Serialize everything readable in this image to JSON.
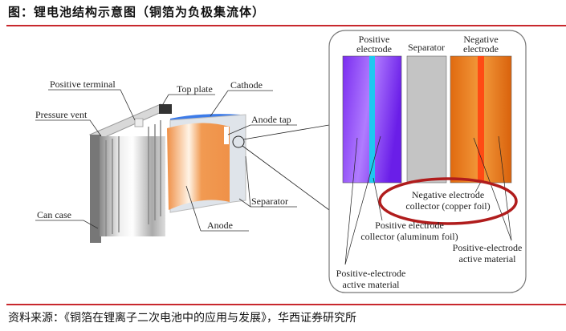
{
  "title": "图：锂电池结构示意图（铜箔为负极集流体）",
  "source": "资料来源：《铜箔在锂离子二次电池中的应用与发展》，华西证券研究所",
  "battery_labels": {
    "positive_terminal": "Positive terminal",
    "top_plate": "Top plate",
    "cathode": "Cathode",
    "pressure_vent": "Pressure vent",
    "anode_tap": "Anode tap",
    "separator": "Separator",
    "can_case": "Can case",
    "anode": "Anode"
  },
  "detail_labels": {
    "positive_electrode_1": "Positive",
    "positive_electrode_2": "electrode",
    "separator": "Separator",
    "negative_electrode_1": "Negative",
    "negative_electrode_2": "electrode",
    "neg_collector_1": "Negative electrode",
    "neg_collector_2": "collector (copper foil)",
    "pos_collector_1": "Positive electrode",
    "pos_collector_2": "collector (aluminum foil)",
    "active_right_1": "Positive-electrode",
    "active_right_2": "active material",
    "active_left_1": "Positive-electrode",
    "active_left_2": "active material"
  },
  "colors": {
    "accent_red": "#c8282d",
    "highlight_ellipse": "#b01c1c"
  }
}
